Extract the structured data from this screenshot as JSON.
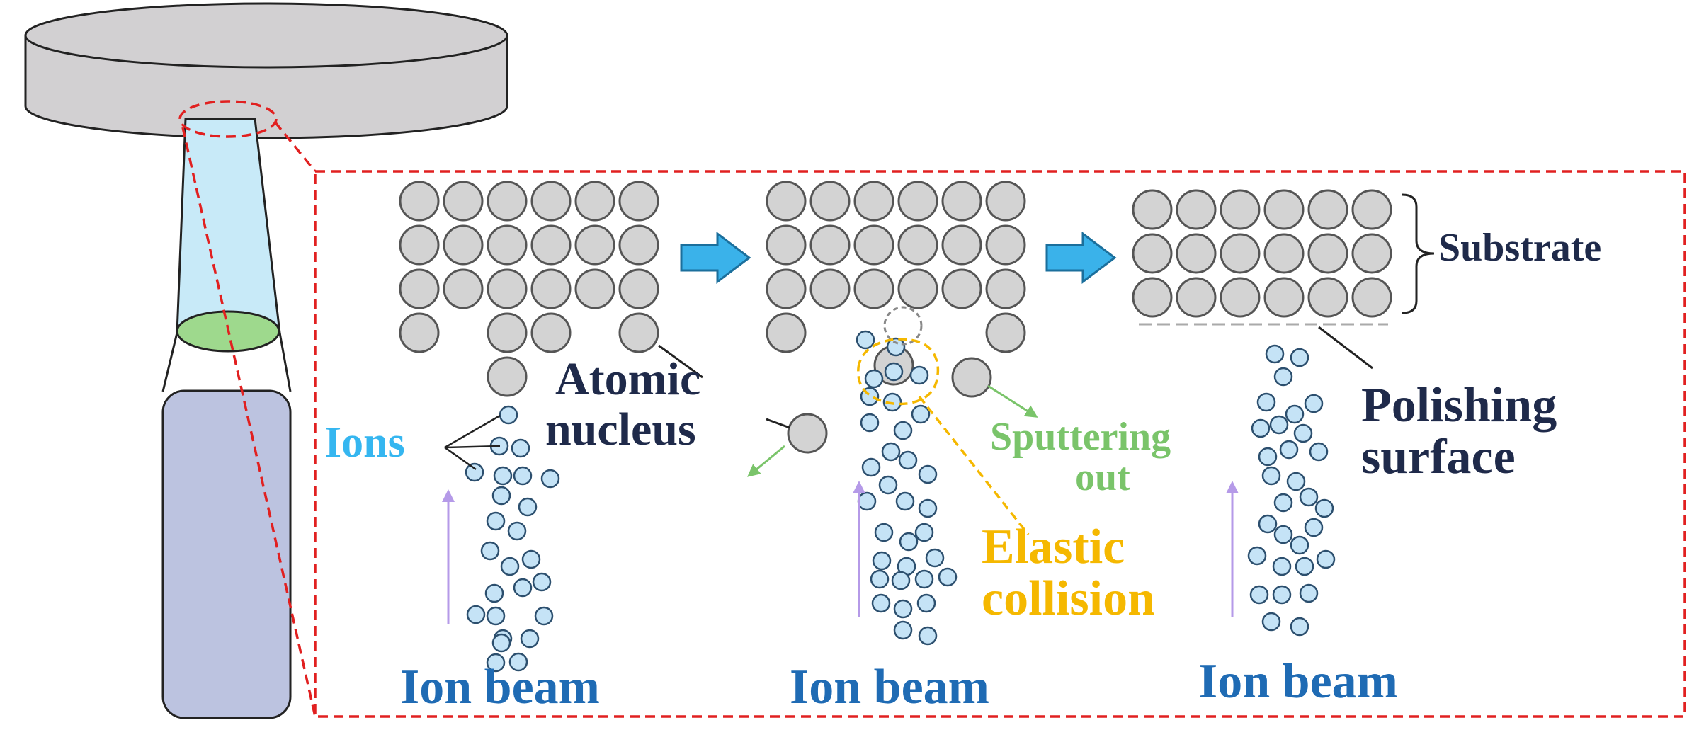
{
  "labels": {
    "substrate": "Substrate",
    "atomic": "Atomic",
    "nucleus": "nucleus",
    "ions": "Ions",
    "sputtering": "Sputtering",
    "out": "out",
    "elastic": "Elastic",
    "collision": "collision",
    "polishing": "Polishing",
    "surface": "surface",
    "ion_beam": [
      "Ion beam",
      "Ion beam",
      "Ion beam"
    ]
  },
  "colors": {
    "atom_fill": "#d3d3d3",
    "atom_stroke": "#555555",
    "ion_fill": "#c5e3f6",
    "ion_stroke": "#2c4f6e",
    "text_dark": "#1f2a4a",
    "text_ions": "#35b6f0",
    "text_sputter": "#7ac46a",
    "text_elastic": "#f5b800",
    "text_beam": "#1f6bb4",
    "frame_red": "#e12020",
    "flow_arrow": "#3ab2ea",
    "beam_arrow": "#b59ae8",
    "source_body": "#bcc3e0",
    "source_beam": "#c8eaf8",
    "aperture": "#9ed98d",
    "platen": "#d2d0d2"
  }
}
